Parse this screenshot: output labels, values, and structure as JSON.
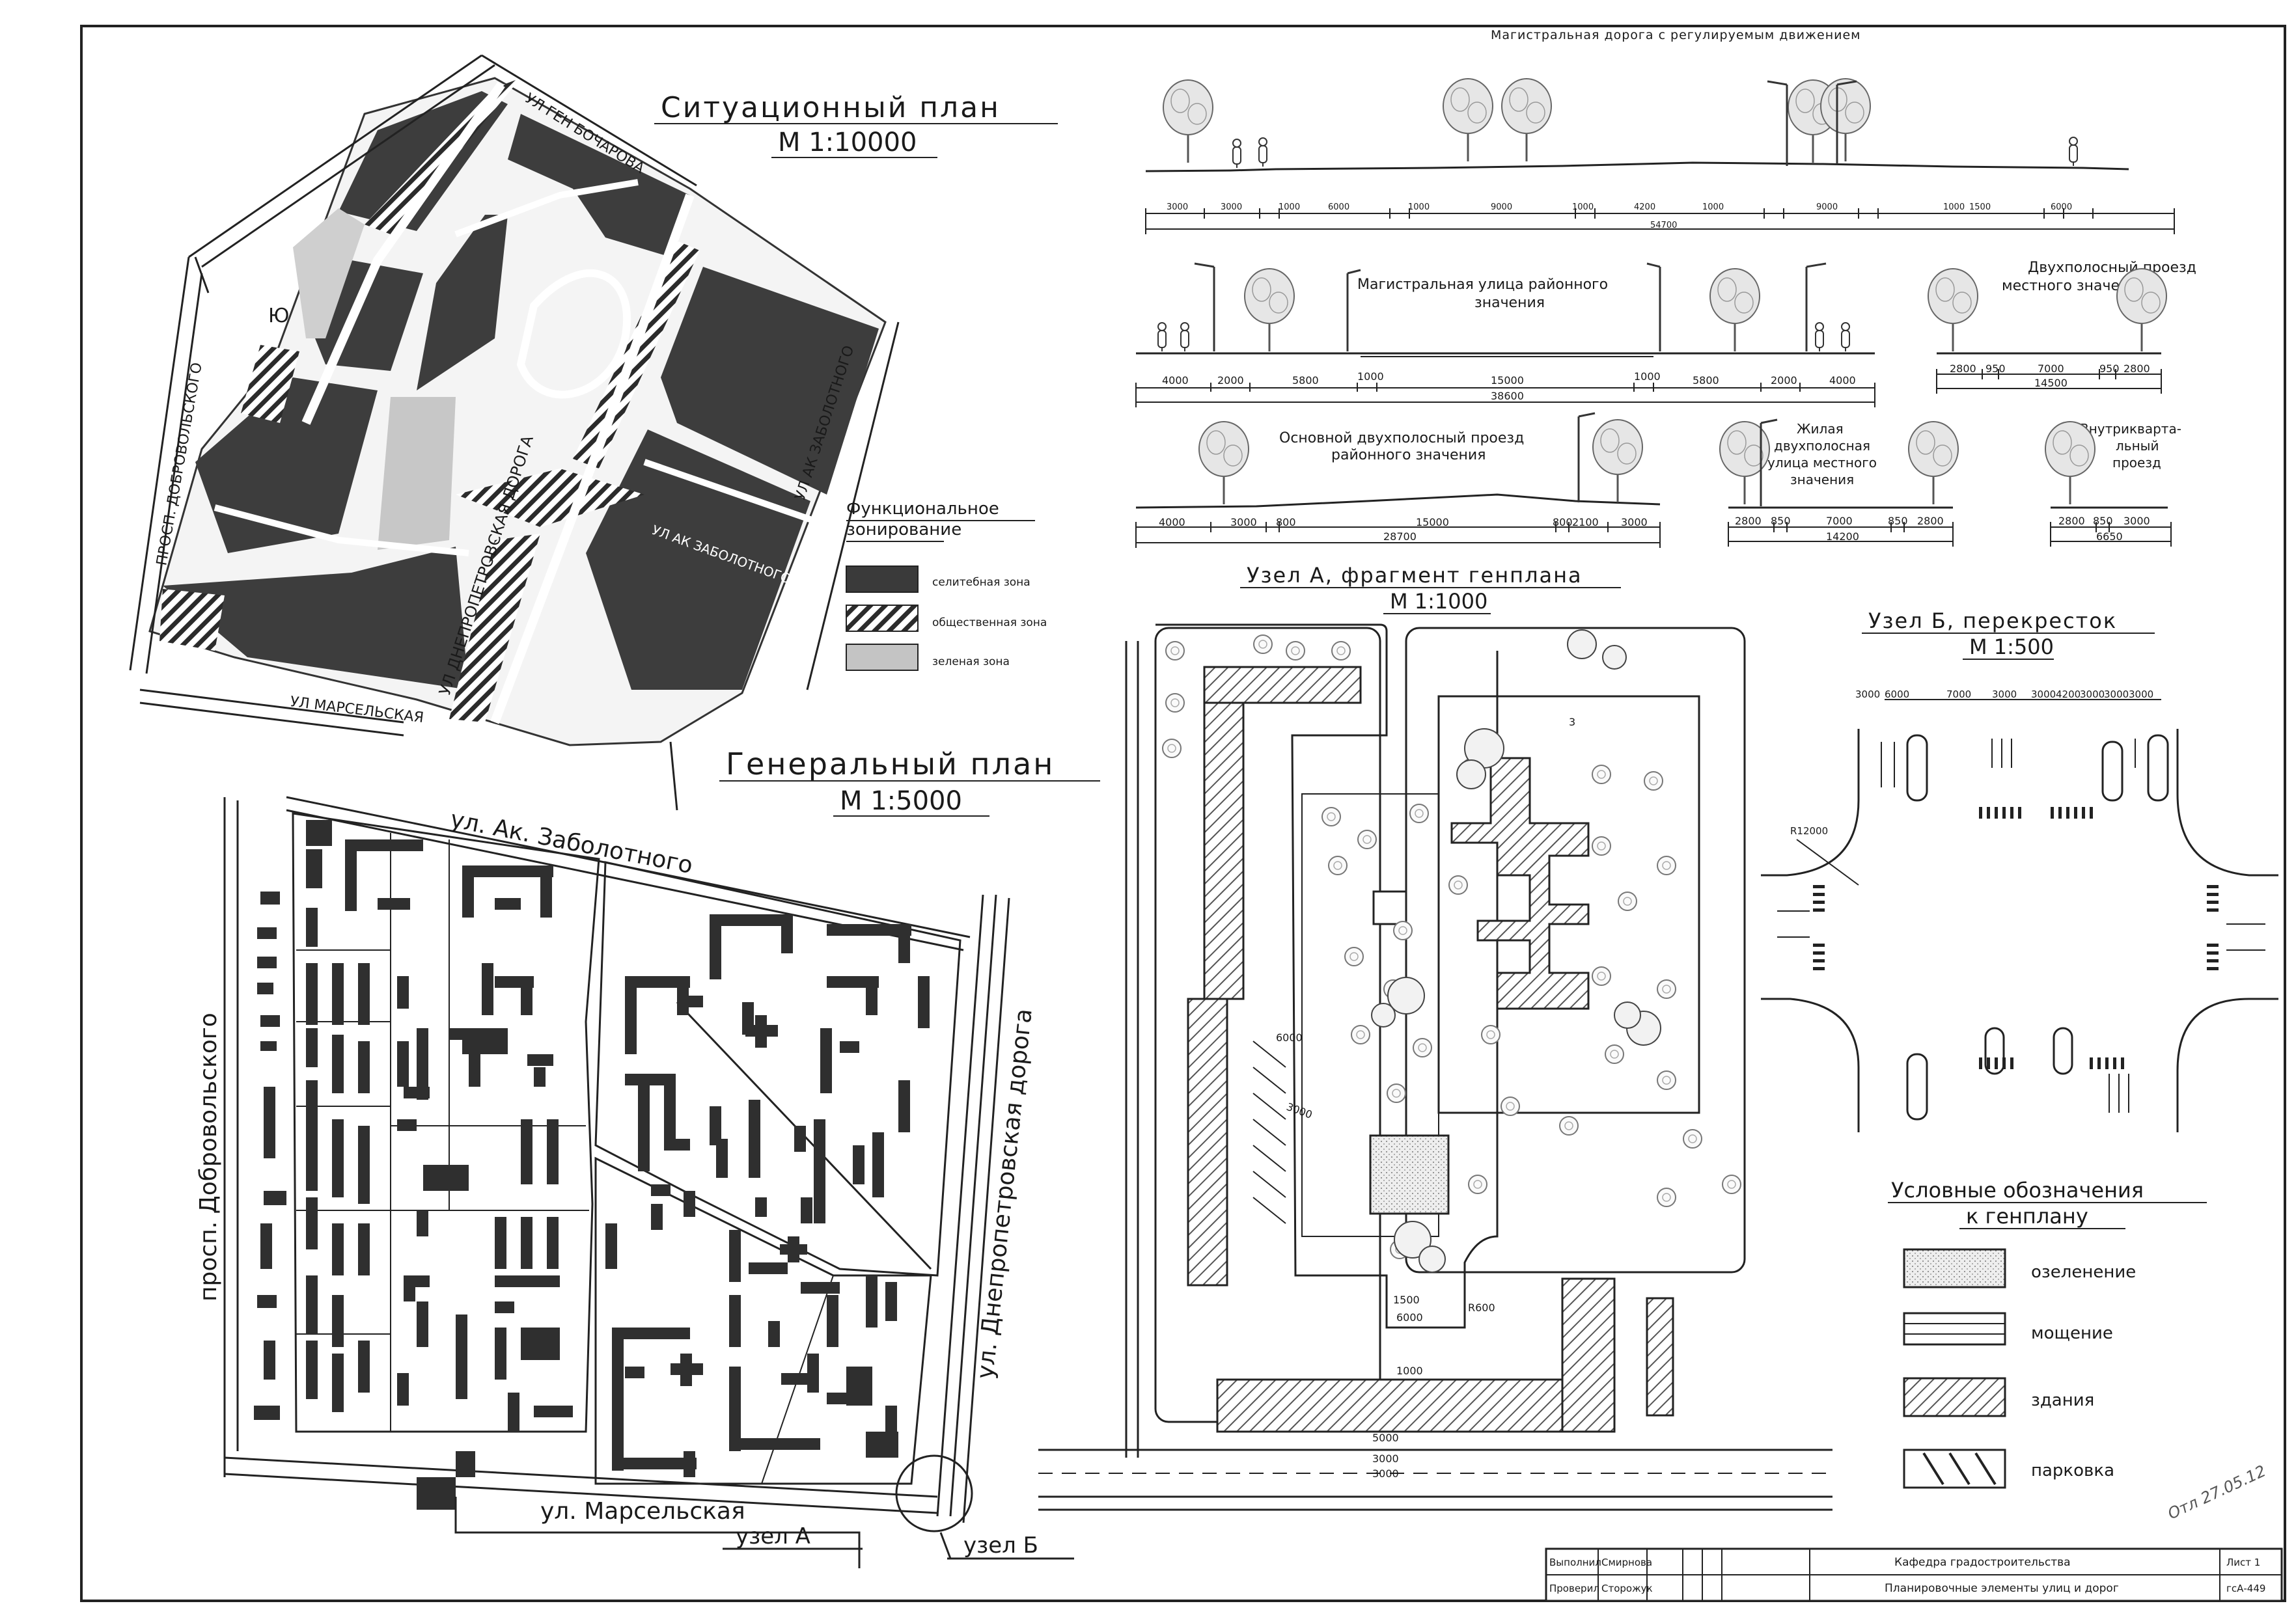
{
  "situation_plan": {
    "title": "Ситуационный план",
    "scale": "М 1:10000",
    "streets": {
      "gen_bocharova": "УЛ ГЕН БОЧАРОВА",
      "dobrovolskogo": "ПРОСП. ДОБРОВОЛЬСКОГО",
      "zabolotnogo_1": "УЛ АК ЗАБОЛОТНОГО",
      "zabolotnogo_2": "УЛ АК ЗАБОЛОТНОГО",
      "dnepropetrovskaya": "УЛ ДНЕПРОПЕТРОВСКАЯ ДОРОГА",
      "marselskaya": "УЛ МАРСЕЛЬСКАЯ"
    },
    "north_marker": "Ю"
  },
  "zoning": {
    "title_line1": "Функциональное",
    "title_line2": "зонирование",
    "items": [
      {
        "label": "селитебная зона",
        "color": "#3a3a3a"
      },
      {
        "label": "общественная зона",
        "color": "#2a2a2a"
      },
      {
        "label": "зеленая зона",
        "color": "#c4c4c4"
      }
    ]
  },
  "general_plan": {
    "title": "Генеральный план",
    "scale": "М 1:5000",
    "street_top": "ул. Ак. Заболотного",
    "street_left": "просп. Добровольского",
    "street_right": "ул. Днепропетровская дорога",
    "street_bottom": "ул. Марсельская",
    "node_a": "узел А",
    "node_b": "узел Б"
  },
  "sections": {
    "s1": {
      "title": "Магистральная дорога с регулируемым движением",
      "dims": [
        "3000",
        "3000",
        "1000",
        "6000",
        "1000",
        "9000",
        "1000",
        "4200",
        "1000",
        "9000",
        "1000",
        "1500",
        "6000"
      ],
      "total": "54700"
    },
    "s2": {
      "title_line1": "Магистральная улица районного",
      "title_line2": "значения",
      "dims": [
        "4000",
        "2000",
        "5800",
        "1000",
        "15000",
        "1000",
        "5800",
        "2000",
        "4000"
      ],
      "total": "38600"
    },
    "s3": {
      "title_line1": "Двухполосный проезд",
      "title_line2": "местного значения",
      "dims": [
        "2800",
        "950",
        "7000",
        "950",
        "2800"
      ],
      "total": "14500"
    },
    "s4": {
      "title_line1": "Основной двухполосный проезд",
      "title_line2": "районного значения",
      "dims": [
        "4000",
        "3000",
        "800",
        "15000",
        "800",
        "2100",
        "3000"
      ],
      "total": "28700"
    },
    "s5": {
      "title_line1": "Жилая",
      "title_line2": "двухполосная",
      "title_line3": "улица местного",
      "title_line4": "значения",
      "dims": [
        "2800",
        "850",
        "7000",
        "850",
        "2800"
      ],
      "total": "14200"
    },
    "s6": {
      "title_line1": "Внутрикварта-",
      "title_line2": "льный",
      "title_line3": "проезд",
      "dims": [
        "2800",
        "850",
        "3000"
      ],
      "total": "6650"
    }
  },
  "node_a": {
    "title": "Узел А, фрагмент генплана",
    "scale": "М 1:1000",
    "dims": {
      "d6000a": "6000",
      "d3000": "3000",
      "d1500": "1500",
      "d6000b": "6000",
      "r600": "R600",
      "d1000": "1000",
      "b5000": "5000",
      "b3000a": "3000",
      "b3000b": "3000",
      "mark3": "3"
    }
  },
  "node_b": {
    "title": "Узел Б, перекресток",
    "scale": "М 1:500",
    "dims_top": [
      "3000",
      "6000",
      "7000",
      "3000",
      "3000",
      "4200",
      "3000",
      "3000",
      "3000"
    ],
    "radius": "R12000"
  },
  "legend": {
    "title_line1": "Условные обозначения",
    "title_line2": "к генплану",
    "items": [
      {
        "label": "озеленение"
      },
      {
        "label": "мощение"
      },
      {
        "label": "здания"
      },
      {
        "label": "парковка"
      }
    ]
  },
  "stamp": {
    "row1_role": "Выполнил",
    "row1_name": "Смирнова",
    "row2_role": "Проверил",
    "row2_name": "Сторожук",
    "department": "Кафедра градостроительства",
    "subject": "Планировочные элементы улиц и дорог",
    "sheet": "Лист 1",
    "code": "гсА-449",
    "signature": "Отл 27.05.12"
  }
}
